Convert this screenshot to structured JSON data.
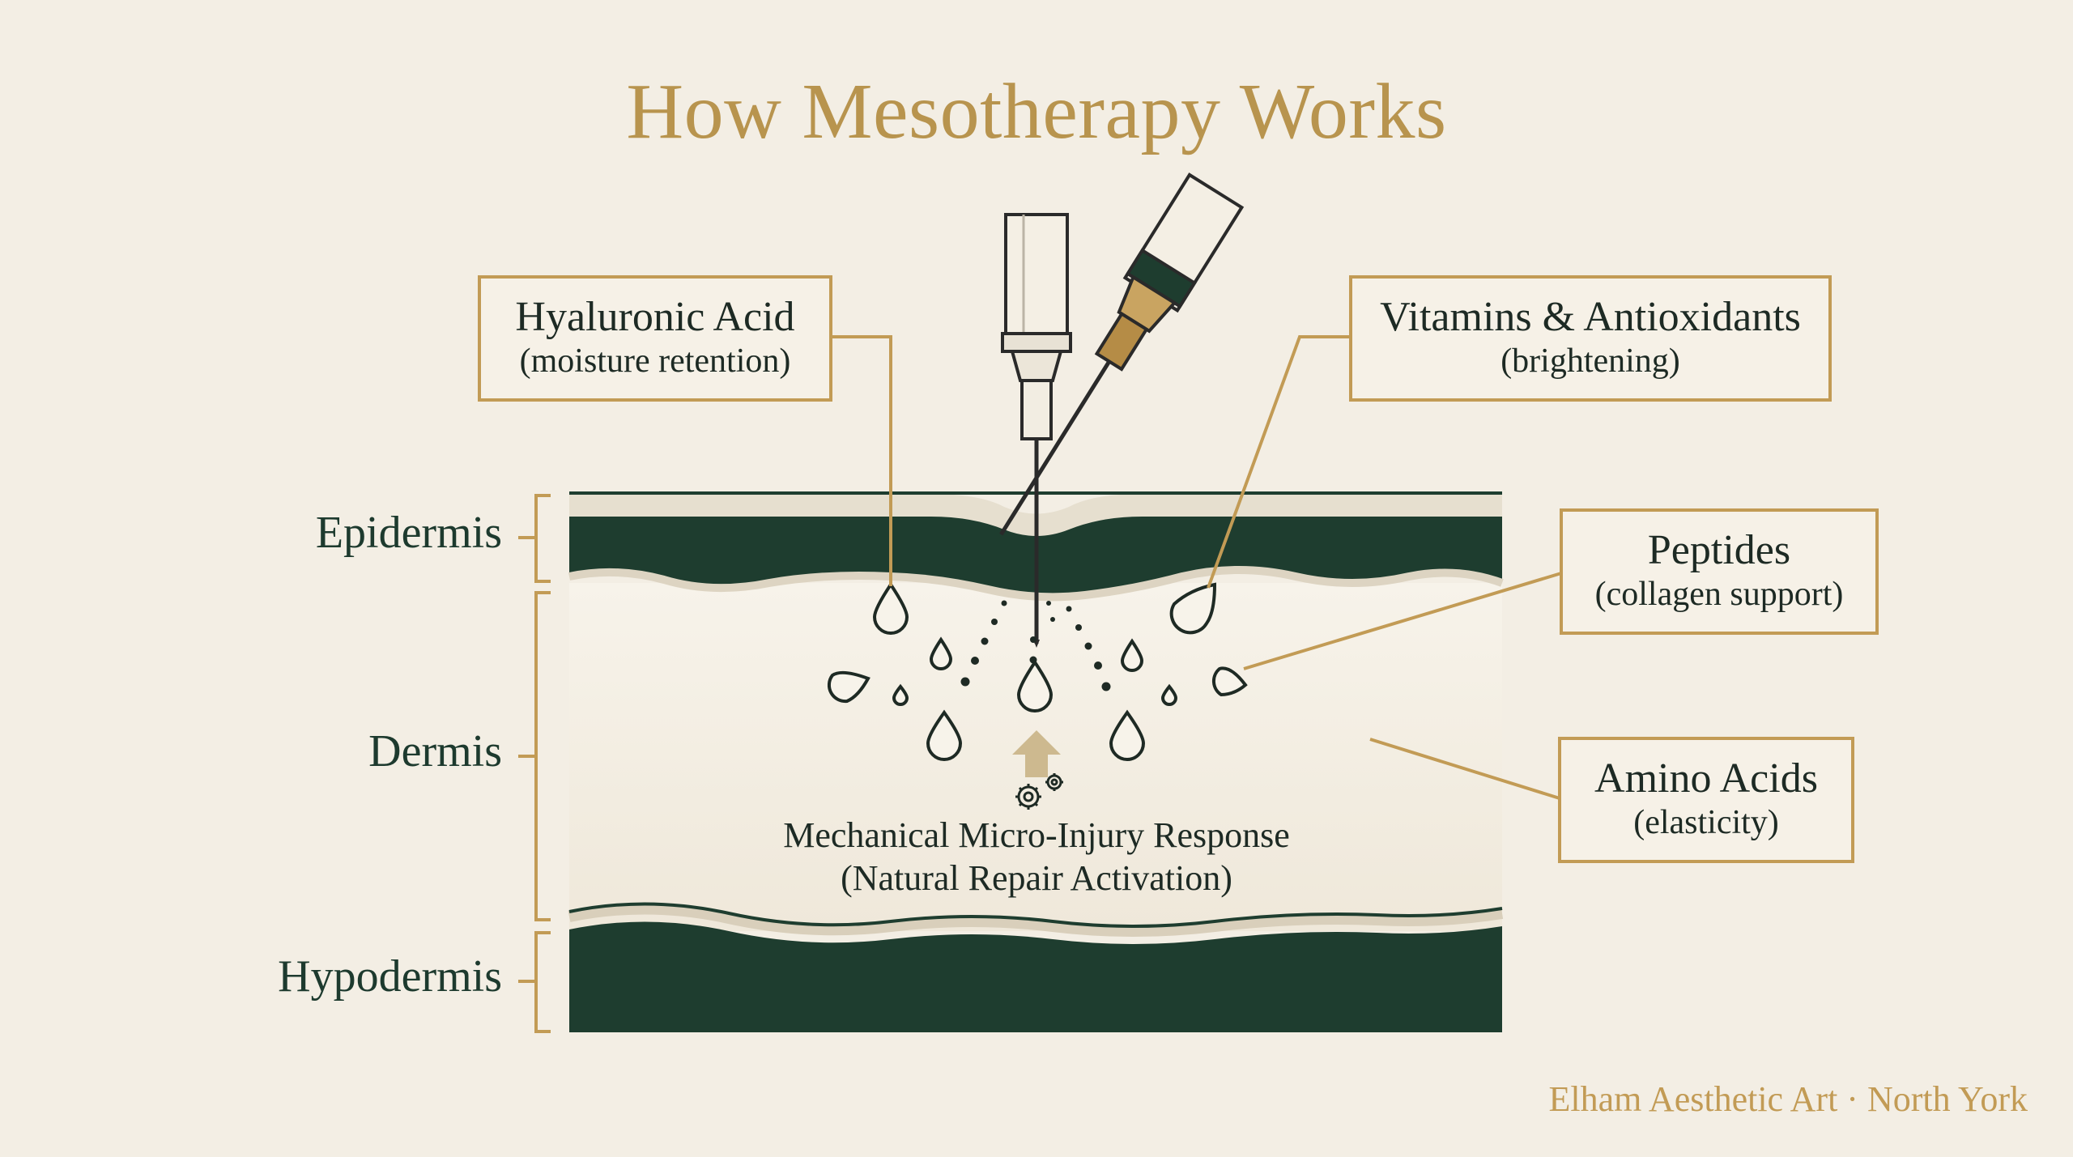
{
  "title": "How Mesotherapy Works",
  "layers": {
    "epidermis": "Epidermis",
    "dermis": "Dermis",
    "hypodermis": "Hypodermis"
  },
  "callouts": {
    "hyaluronic": {
      "name": "Hyaluronic Acid",
      "sub": "(moisture retention)"
    },
    "vitamins": {
      "name": "Vitamins & Antioxidants",
      "sub": "(brightening)"
    },
    "peptides": {
      "name": "Peptides",
      "sub": "(collagen support)"
    },
    "amino": {
      "name": "Amino Acids",
      "sub": "(elasticity)"
    }
  },
  "response": {
    "line1": "Mechanical Micro-Injury Response",
    "line2": "(Natural Repair Activation)"
  },
  "brand": "Elham Aesthetic Art · North York",
  "colors": {
    "background": "#f3eee4",
    "dark_green": "#1e3d2f",
    "gold": "#c29b55",
    "cream": "#f6f1e7"
  }
}
